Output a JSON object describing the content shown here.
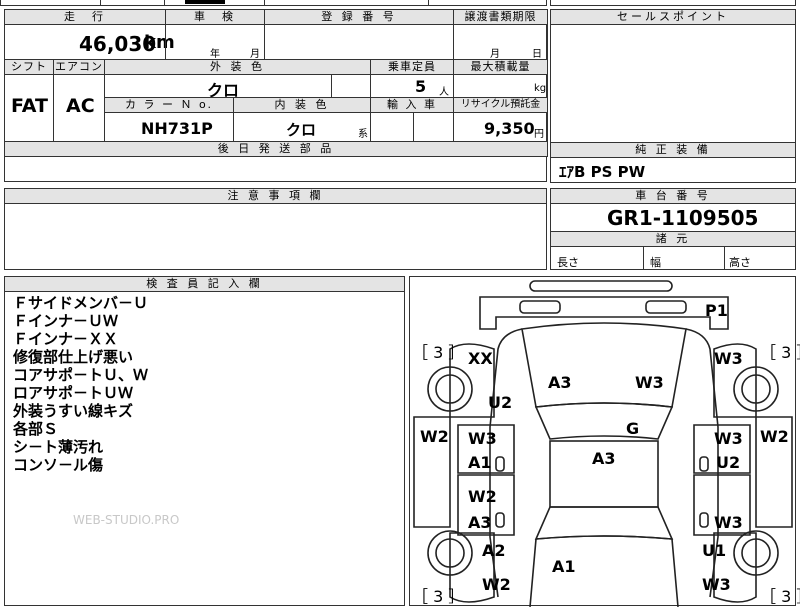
{
  "top": {
    "mileage_label": "走　行",
    "mileage_value": "46,030",
    "mileage_unit": "km",
    "inspection_label": "車　検",
    "inspection_year": "年",
    "inspection_month": "月",
    "registration_label": "登 録 番 号",
    "transfer_label": "譲渡書類期限",
    "transfer_month": "月",
    "transfer_day": "日",
    "sales_label": "セールスポイント"
  },
  "row2": {
    "shift_label": "シフト",
    "shift_value": "FAT",
    "ac_label": "エアコン",
    "ac_value": "AC",
    "exterior_label": "外 装 色",
    "exterior_value": "クロ",
    "capacity_label": "乗車定員",
    "capacity_value": "5",
    "capacity_unit": "人",
    "load_label": "最大積載量",
    "load_unit": "kg",
    "color_no_label": "カ ラ ー Ｎ o.",
    "color_no_value": "NH731P",
    "interior_label": "内 装 色",
    "interior_value": "クロ",
    "interior_suffix": "系",
    "import_label": "輸 入 車",
    "recycle_label": "リサイクル預託金",
    "recycle_value": "9,350",
    "recycle_unit": "円"
  },
  "later_parts_label": "後 日 発 送 部 品",
  "equipment": {
    "label": "純 正 装 備",
    "value": "ｴｱB PS PW"
  },
  "notes_label": "注 意 事 項 欄",
  "chassis": {
    "label": "車 台 番 号",
    "value": "GR1-1109505"
  },
  "dimensions": {
    "label": "諸 元",
    "length": "長さ",
    "width": "幅",
    "height": "高さ"
  },
  "inspector": {
    "label": "検 査 員 記 入 欄",
    "remarks": [
      "Ｆサイドメンバ－Ｕ",
      "Ｆインナ－ＵＷ",
      "Ｆインナ－ＸＸ",
      "修復部仕上げ悪い",
      "コアサポ－トＵ、Ｗ",
      "ロアサポ－トＵＷ",
      "外装うすい線キズ",
      "各部Ｓ",
      "シ－ト薄汚れ",
      "コンソ－ル傷"
    ]
  },
  "watermark": "WEB-STUDIO.PRO",
  "diagram": {
    "bracket_3": "［ 3 ］",
    "p1": "P1",
    "xx": "XX",
    "a3_top": "A3",
    "w3_top_right": "W3",
    "w3_right": "W3",
    "u2_left": "U2",
    "w2_left": "W2",
    "w2_right": "W2",
    "g": "G",
    "w3_left_door": "W3",
    "a1_left_door": "A1",
    "a3_center": "A3",
    "w3_right_door": "W3",
    "u2_right_door": "U2",
    "w2_left_rear_door": "W2",
    "a3_left_rear_door": "A3",
    "w3_right_rear_door": "W3",
    "a2_left": "A2",
    "u1_right": "U1",
    "a1_bottom": "A1",
    "w2_bottom_left": "W2",
    "w3_bottom_right": "W3"
  }
}
